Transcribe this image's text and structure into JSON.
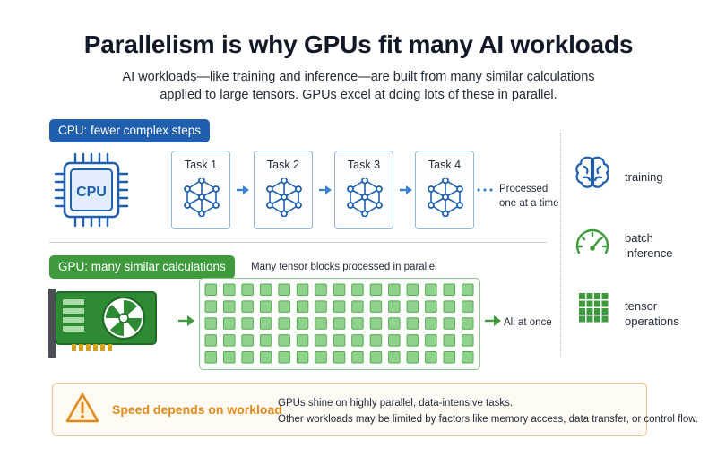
{
  "header": {
    "title": "Parallelism is why GPUs fit many AI workloads",
    "subtitle_line1": "AI workloads—like training and inference—are built from many similar calculations",
    "subtitle_line2": "applied to large tensors. GPUs excel at doing lots of these in parallel."
  },
  "cpu": {
    "label": "CPU: fewer complex steps",
    "chip_text": "CPU",
    "tasks": [
      "Task 1",
      "Task 2",
      "Task 3",
      "Task 4"
    ],
    "note_line1": "Processed",
    "note_line2": "one at a time"
  },
  "gpu": {
    "label": "GPU: many similar calculations",
    "grid_caption": "Many tensor blocks processed in parallel",
    "grid_rows": 5,
    "grid_cols": 15,
    "note": "All at once"
  },
  "workloads": [
    {
      "icon": "brain-icon",
      "label_line1": "training",
      "label_line2": ""
    },
    {
      "icon": "speedometer-icon",
      "label_line1": "batch",
      "label_line2": "inference"
    },
    {
      "icon": "grid-icon",
      "label_line1": "tensor",
      "label_line2": "operations"
    }
  ],
  "warning": {
    "title": "Speed depends on workload",
    "line1": "GPUs shine on highly parallel, data-intensive tasks.",
    "line2": "Other workloads may be limited by factors like memory access, data transfer, or control flow."
  },
  "colors": {
    "cpu_blue": "#1f5fae",
    "gpu_green": "#3f9a3d",
    "warning_orange": "#e08a1c",
    "arrow_blue": "#3b82d6"
  }
}
